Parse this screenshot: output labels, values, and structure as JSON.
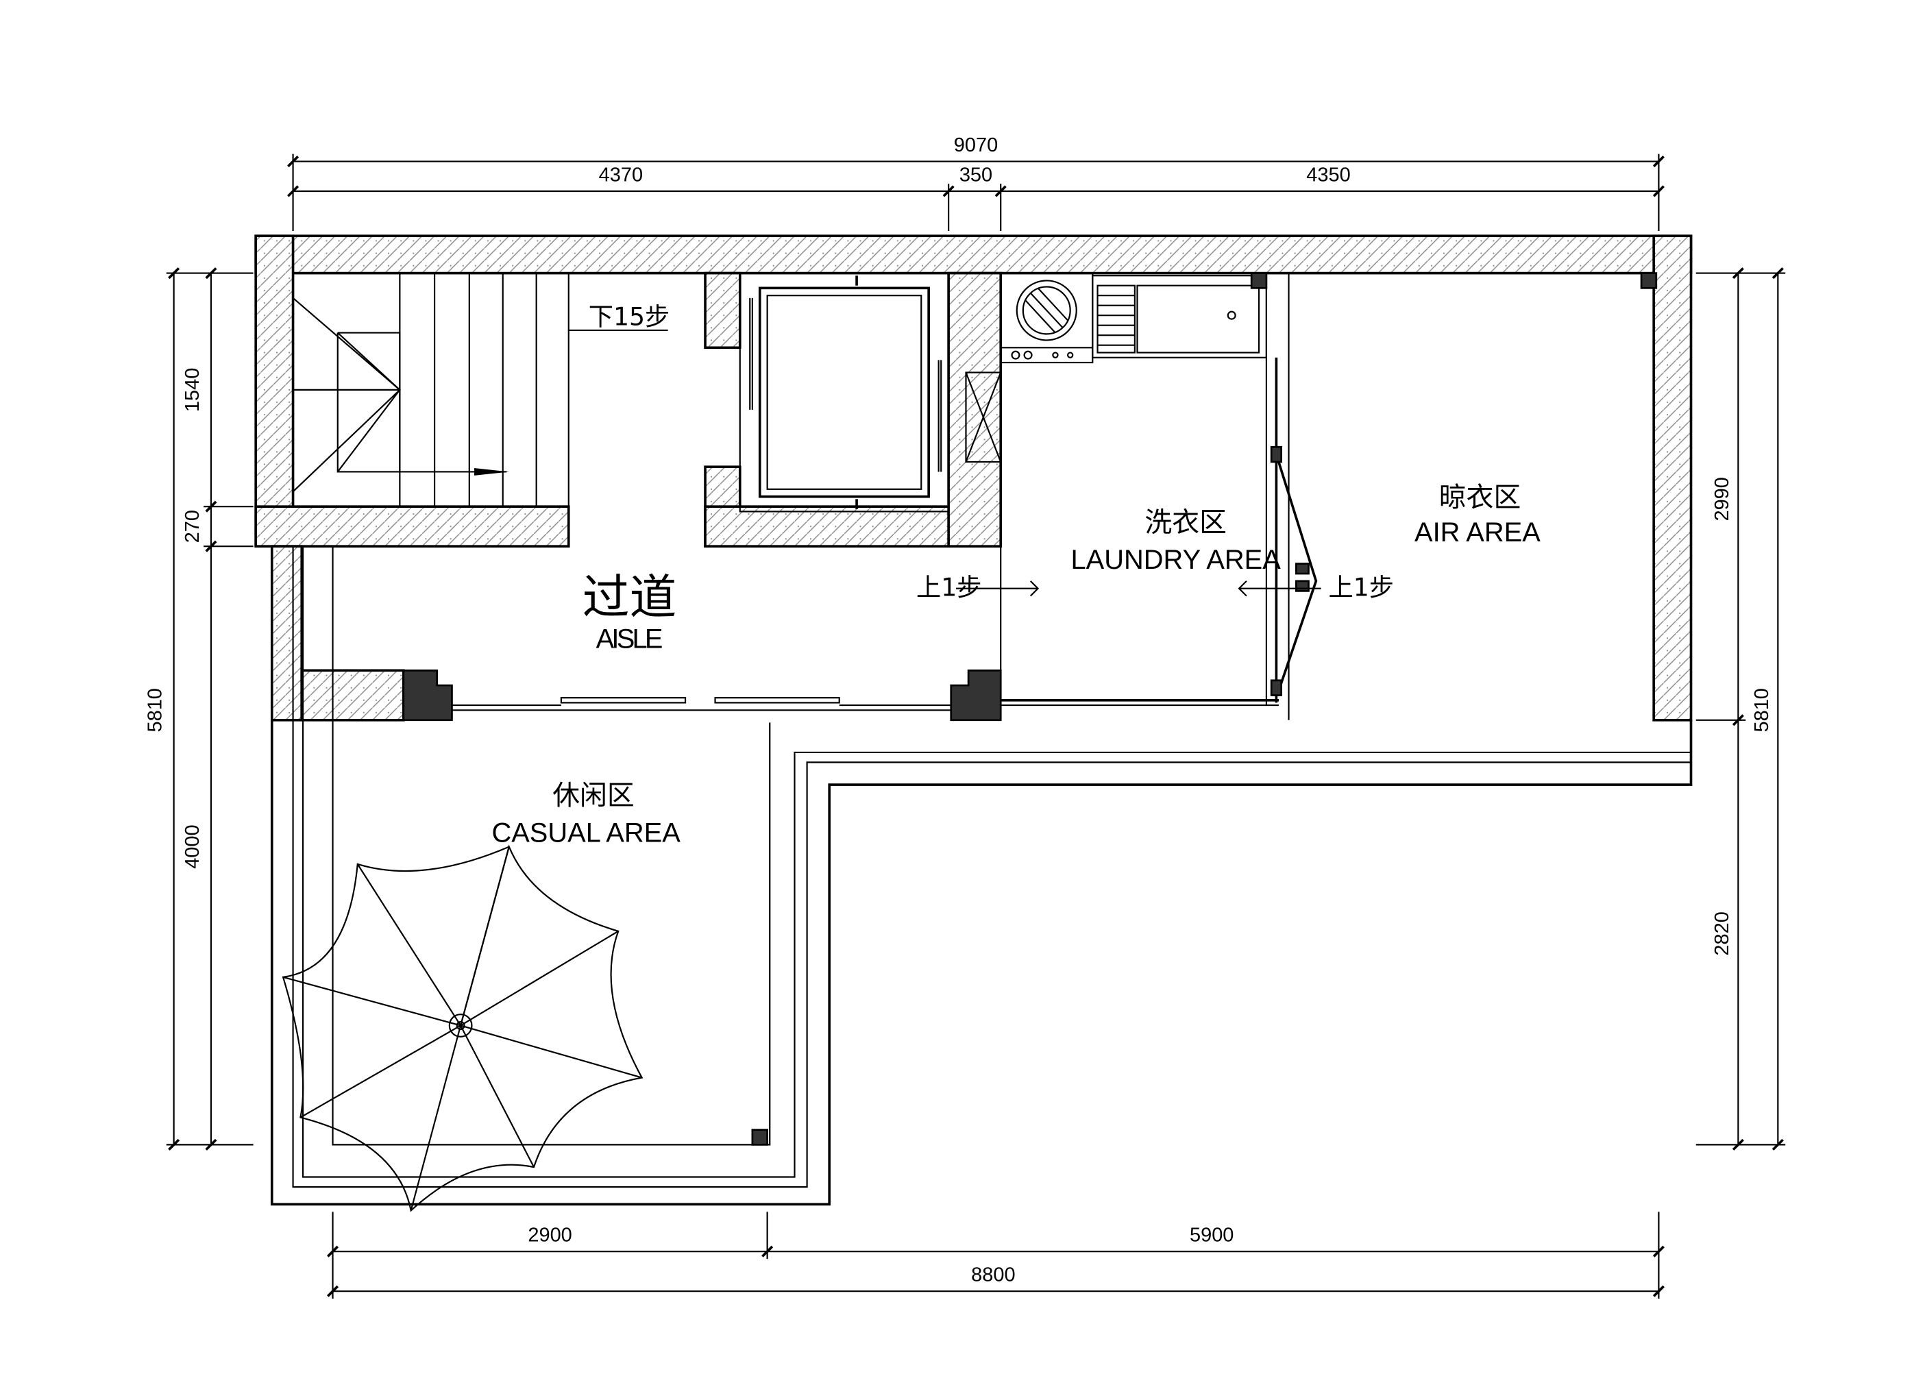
{
  "dimensions": {
    "top_total": "9070",
    "top_left": "4370",
    "top_mid": "350",
    "top_right": "4350",
    "bottom_left": "2900",
    "bottom_right": "5900",
    "bottom_total": "8800",
    "left_1540": "1540",
    "left_270": "270",
    "left_4000": "4000",
    "left_total": "5810",
    "right_2990": "2990",
    "right_2820": "2820",
    "right_total": "5810"
  },
  "rooms": {
    "aisle_cn": "过道",
    "aisle_en": "AISLE",
    "laundry_cn": "洗衣区",
    "laundry_en": "LAUNDRY AREA",
    "air_cn": "晾衣区",
    "air_en": "AIR AREA",
    "casual_cn": "休闲区",
    "casual_en": "CASUAL AREA"
  },
  "notes": {
    "stairs_down": "下15步",
    "step_up_left": "上1步",
    "step_up_right": "上1步"
  }
}
